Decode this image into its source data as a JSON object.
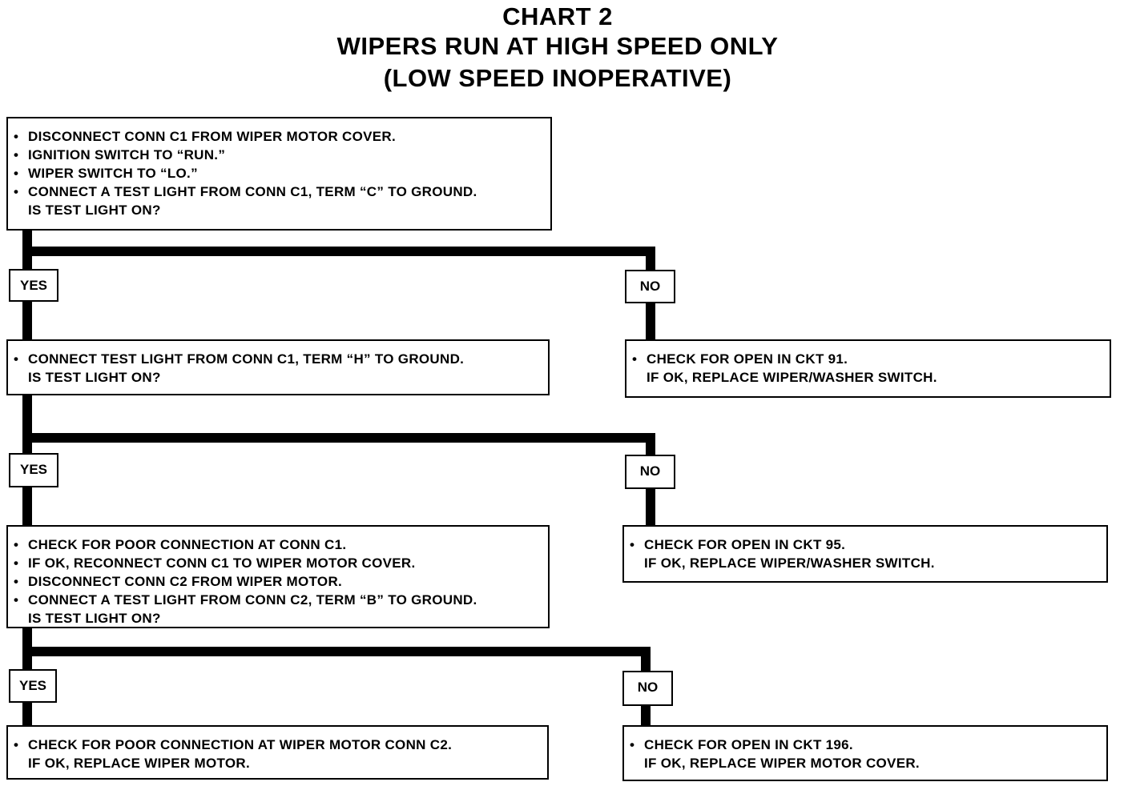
{
  "title": {
    "line1": "CHART 2",
    "line2": "WIPERS RUN AT HIGH SPEED ONLY",
    "line3": "(LOW SPEED INOPERATIVE)"
  },
  "steps": {
    "step1": {
      "lines": [
        {
          "text": "DISCONNECT CONN C1 FROM WIPER MOTOR COVER.",
          "bullet": true
        },
        {
          "text": "IGNITION SWITCH TO “RUN.”",
          "bullet": true
        },
        {
          "text": "WIPER SWITCH TO “LO.”",
          "bullet": true
        },
        {
          "text": "CONNECT A TEST LIGHT FROM CONN C1, TERM “C” TO GROUND.",
          "bullet": true
        },
        {
          "text": "IS TEST LIGHT ON?",
          "bullet": false
        }
      ]
    },
    "step2": {
      "lines": [
        {
          "text": "CONNECT TEST LIGHT FROM CONN C1, TERM “H” TO GROUND.",
          "bullet": true
        },
        {
          "text": "IS TEST LIGHT ON?",
          "bullet": false
        }
      ]
    },
    "step3": {
      "lines": [
        {
          "text": "CHECK FOR POOR CONNECTION AT CONN C1.",
          "bullet": true
        },
        {
          "text": "IF OK, RECONNECT CONN C1 TO WIPER MOTOR COVER.",
          "bullet": true
        },
        {
          "text": "DISCONNECT CONN C2 FROM WIPER MOTOR.",
          "bullet": true
        },
        {
          "text": "CONNECT A TEST LIGHT FROM CONN C2, TERM “B” TO GROUND.",
          "bullet": true
        },
        {
          "text": "IS TEST LIGHT ON?",
          "bullet": false
        }
      ]
    },
    "result_final_yes": {
      "lines": [
        {
          "text": "CHECK FOR POOR CONNECTION AT WIPER MOTOR CONN C2.",
          "bullet": true
        },
        {
          "text": "IF OK, REPLACE WIPER MOTOR.",
          "bullet": false
        }
      ]
    },
    "result1_no": {
      "lines": [
        {
          "text": "CHECK FOR OPEN IN CKT 91.",
          "bullet": true
        },
        {
          "text": "IF OK, REPLACE WIPER/WASHER SWITCH.",
          "bullet": false
        }
      ]
    },
    "result2_no": {
      "lines": [
        {
          "text": "CHECK FOR OPEN IN CKT 95.",
          "bullet": true
        },
        {
          "text": "IF OK, REPLACE WIPER/WASHER SWITCH.",
          "bullet": false
        }
      ]
    },
    "result3_no": {
      "lines": [
        {
          "text": "CHECK FOR  OPEN IN CKT 196.",
          "bullet": true
        },
        {
          "text": "IF OK, REPLACE WIPER MOTOR COVER.",
          "bullet": false
        }
      ]
    }
  },
  "labels": {
    "yes": "YES",
    "no": "NO"
  },
  "bullet_glyph": "•"
}
